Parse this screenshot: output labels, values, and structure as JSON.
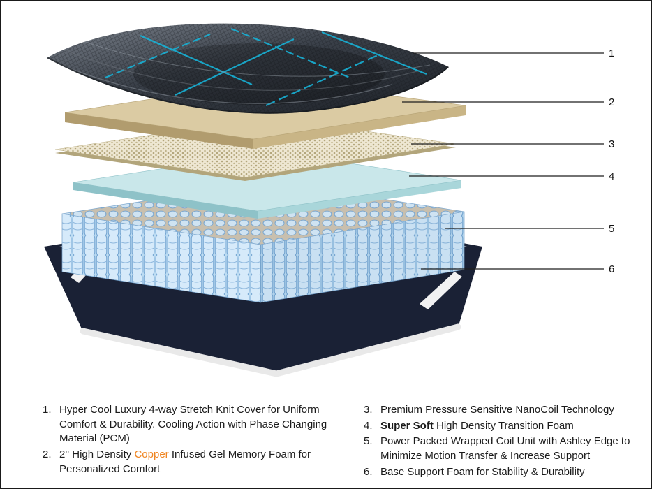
{
  "callouts": [
    {
      "label": "1"
    },
    {
      "label": "2"
    },
    {
      "label": "3"
    },
    {
      "label": "4"
    },
    {
      "label": "5"
    },
    {
      "label": "6"
    }
  ],
  "legend": {
    "left": [
      {
        "num": "1.",
        "text": "Hyper Cool Luxury 4-way Stretch Knit Cover for Uniform Comfort & Durability. Cooling Action with Phase Changing Material (PCM)"
      },
      {
        "num": "2.",
        "pre": "2'' High Density ",
        "highlight": "Copper",
        "post": " Infused Gel Memory Foam for Personalized Comfort"
      }
    ],
    "right": [
      {
        "num": "3.",
        "text": "Premium Pressure Sensitive NanoCoil Technology"
      },
      {
        "num": "4.",
        "highlight": "Super Soft",
        "post": " High Density Transition Foam"
      },
      {
        "num": "5.",
        "text": "Power Packed Wrapped Coil Unit with Ashley Edge to Minimize Motion Transfer & Increase Support"
      },
      {
        "num": "6.",
        "text": "Base Support Foam for Stability & Durability"
      }
    ]
  },
  "colors": {
    "copper_text": "#F08521",
    "accent_teal": "#18B2D6",
    "cover_dark": "#32383F",
    "memory_foam_tan": "#DBCBA3",
    "nanocoil_beige": "#EEE7D2",
    "transition_foam_blue": "#C9E7EA",
    "coil_blue": "#CFE6F7",
    "coil_outline_blue": "#76A6D2",
    "base_foam_green": "#C2E4CF",
    "base_navy": "#1A2135",
    "leader_line": "#1F1F1F"
  }
}
